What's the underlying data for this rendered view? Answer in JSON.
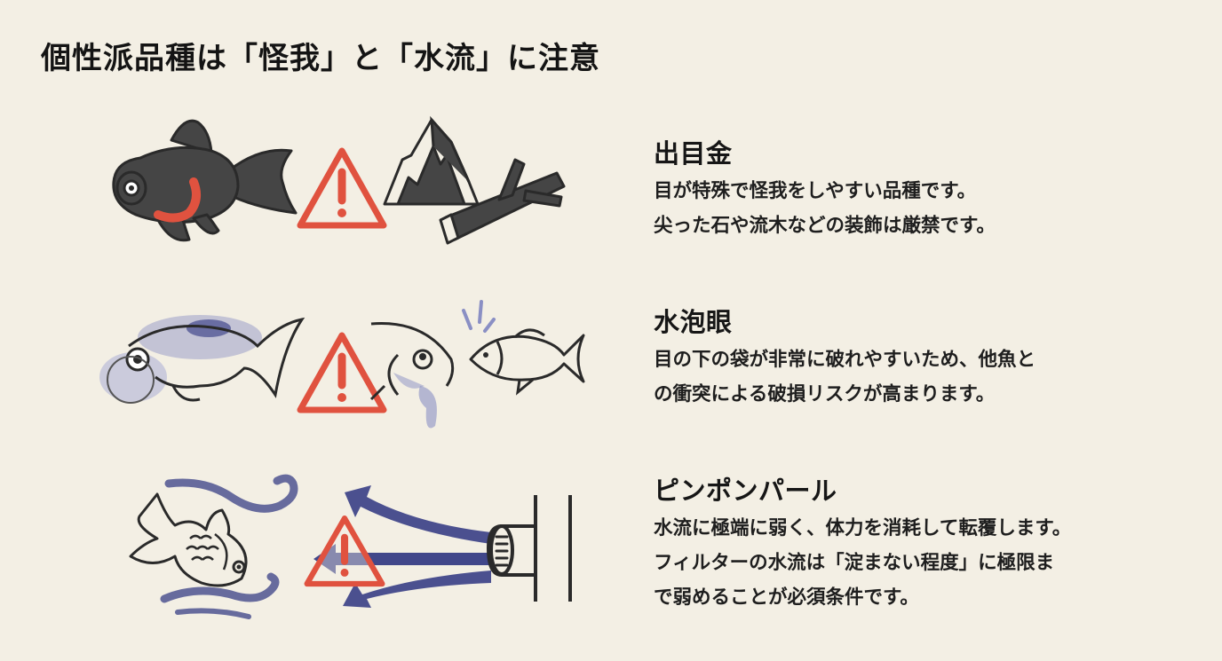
{
  "title": "個性派品種は「怪我」と「水流」に注意",
  "colors": {
    "background": "#f3efe4",
    "warning": "#e0523f",
    "dark_fill": "#444444",
    "ink": "#2a2a2a",
    "indigo": "#2d3480"
  },
  "sections": [
    {
      "name": "出目金",
      "lines": [
        "目が特殊で怪我をしやすい品種です。",
        "尖った石や流木などの装飾は厳禁です。"
      ],
      "icons": [
        "black-telescope-goldfish-icon",
        "warning-triangle-icon",
        "sharp-rock-icon",
        "driftwood-icon"
      ]
    },
    {
      "name": "水泡眼",
      "lines": [
        "目の下の袋が非常に破れやすいため、他魚と",
        "の衝突による破損リスクが高まります。"
      ],
      "icons": [
        "bubble-eye-goldfish-icon",
        "warning-triangle-icon",
        "burst-eye-sac-icon",
        "colliding-fish-icon"
      ]
    },
    {
      "name": "ピンポンパール",
      "lines": [
        "水流に極端に弱く、体力を消耗して転覆します。",
        "フィルターの水流は「淀まない程度」に極限ま",
        "で弱めることが必須条件です。"
      ],
      "icons": [
        "capsized-pingpong-pearl-icon",
        "water-current-icon",
        "warning-triangle-icon",
        "filter-outlet-icon"
      ]
    }
  ]
}
